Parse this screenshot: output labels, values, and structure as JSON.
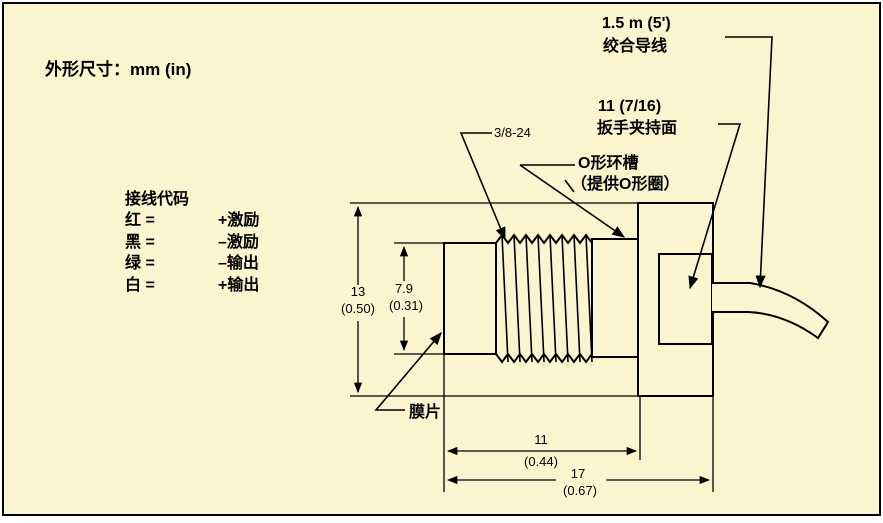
{
  "colors": {
    "background": "#fbf4cf",
    "border": "#000000",
    "ink": "#000000"
  },
  "dimensions_title": "外形尺寸：mm (in)",
  "cable": {
    "length_label": "1.5 m (5')",
    "type_label": "绞合导线"
  },
  "wrench_flat": {
    "size_label": "11 (7/16)",
    "name_label": "扳手夹持面"
  },
  "oring": {
    "label": "O形环槽",
    "note": "（提供O形圈）"
  },
  "thread_label": "3/8-24",
  "wiring": {
    "title": "接线代码",
    "rows": [
      {
        "color": "红 =",
        "signal": "+激励"
      },
      {
        "color": "黑 =",
        "signal": "–激励"
      },
      {
        "color": "绿 =",
        "signal": "–输出"
      },
      {
        "color": "白 =",
        "signal": "+输出"
      }
    ]
  },
  "diaphragm_label": "膜片",
  "dims": {
    "overall_height_mm": "13",
    "overall_height_in": "(0.50)",
    "inner_dia_mm": "7.9",
    "inner_dia_in": "(0.31)",
    "body_len_mm": "11",
    "body_len_in": "(0.44)",
    "total_len_mm": "17",
    "total_len_in": "(0.67)"
  }
}
